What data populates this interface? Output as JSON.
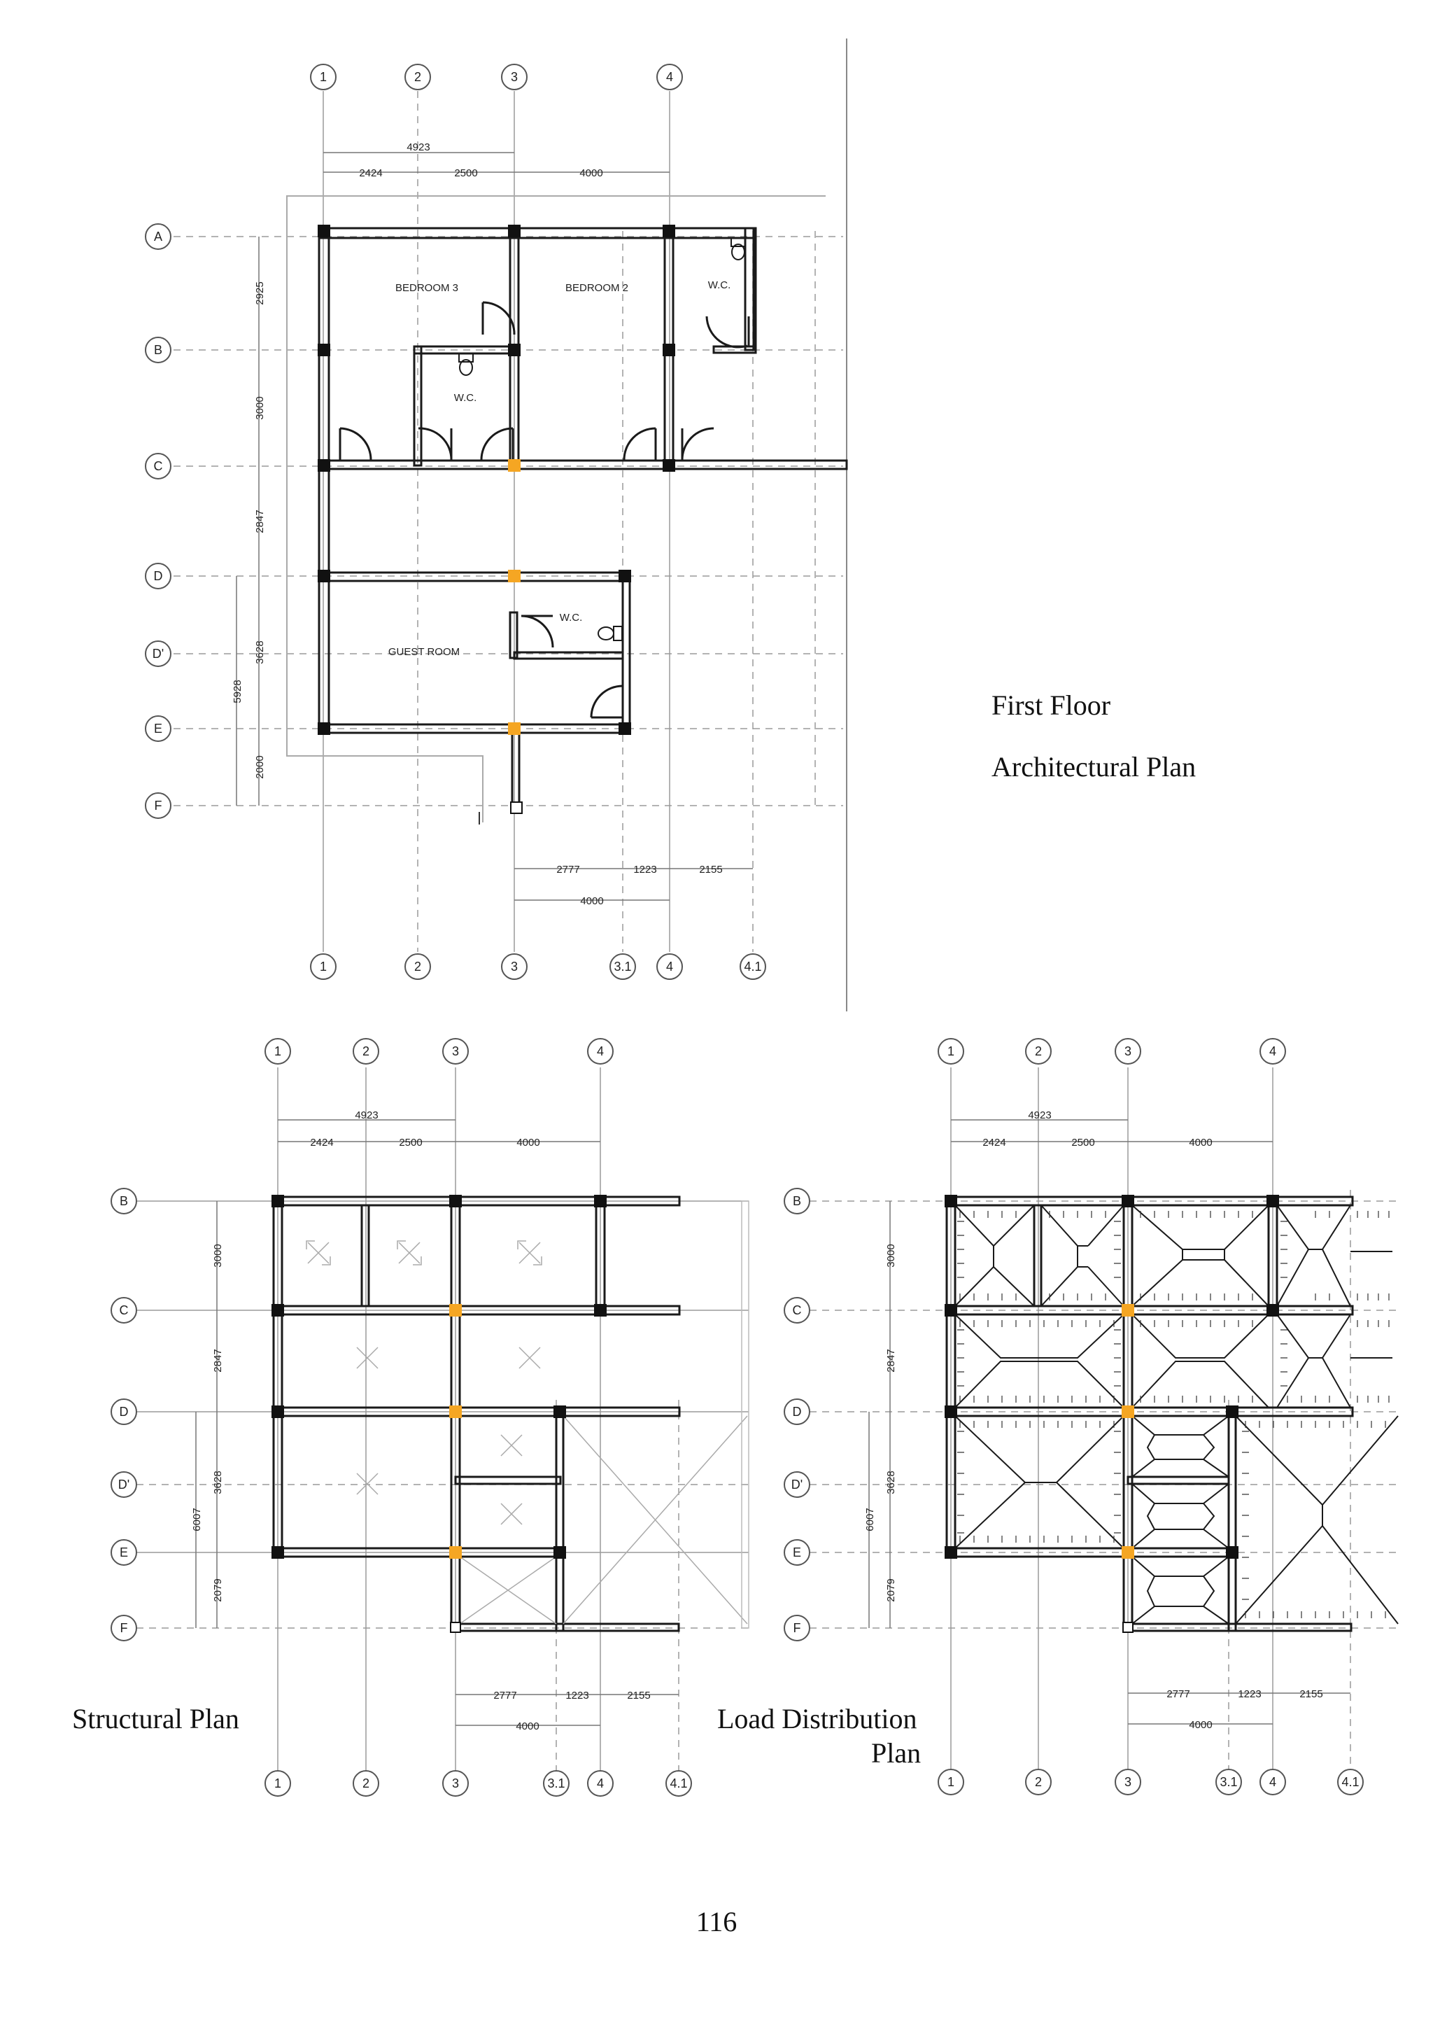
{
  "captions": {
    "first_floor": "First Floor",
    "architectural_plan": "Architectural Plan",
    "structural_plan": "Structural Plan",
    "load_distribution_line1": "Load Distribution",
    "load_distribution_line2": "Plan"
  },
  "page_number": "116",
  "architectural": {
    "column_grid_labels_top": [
      "1",
      "2",
      "3",
      "4"
    ],
    "column_grid_labels_bottom": [
      "1",
      "2",
      "3",
      "3.1",
      "4",
      "4.1"
    ],
    "row_grid_labels": [
      "A",
      "B",
      "C",
      "D",
      "D'",
      "E",
      "F"
    ],
    "dims_top_total": "4923",
    "dims_top": [
      "2424",
      "2500",
      "4000"
    ],
    "dims_left": [
      "2925",
      "3000",
      "2847",
      "3628",
      "2000"
    ],
    "dims_left_total": "5928",
    "dims_bottom": [
      "2777",
      "1223",
      "2155"
    ],
    "dims_bottom_total": "4000",
    "rooms": [
      "BEDROOM 3",
      "BEDROOM 2",
      "W.C.",
      "W.C.",
      "W.C.",
      "GUEST ROOM"
    ]
  },
  "structural": {
    "column_grid_labels_top": [
      "1",
      "2",
      "3",
      "4"
    ],
    "column_grid_labels_bottom": [
      "1",
      "2",
      "3",
      "3.1",
      "4",
      "4.1"
    ],
    "row_grid_labels": [
      "B",
      "C",
      "D",
      "D'",
      "E",
      "F"
    ],
    "dims_top_total": "4923",
    "dims_top": [
      "2424",
      "2500",
      "4000"
    ],
    "dims_left": [
      "3000",
      "2847",
      "3628",
      "2079"
    ],
    "dims_left_total": "6007",
    "dims_bottom": [
      "2777",
      "1223",
      "2155"
    ],
    "dims_bottom_total": "4000"
  },
  "load_distribution": {
    "column_grid_labels_top": [
      "1",
      "2",
      "3",
      "4"
    ],
    "column_grid_labels_bottom": [
      "1",
      "2",
      "3",
      "3.1",
      "4",
      "4.1"
    ],
    "row_grid_labels": [
      "B",
      "C",
      "D",
      "D'",
      "E",
      "F"
    ],
    "dims_top_total": "4923",
    "dims_top": [
      "2424",
      "2500",
      "4000"
    ],
    "dims_left": [
      "3000",
      "2847",
      "3628",
      "2079"
    ],
    "dims_left_total": "6007",
    "dims_bottom": [
      "2777",
      "1223",
      "2155"
    ],
    "dims_bottom_total": "4000"
  },
  "colors": {
    "line": "#1a1a1a",
    "grid": "#999999",
    "highlight_column": "#f5a623"
  }
}
